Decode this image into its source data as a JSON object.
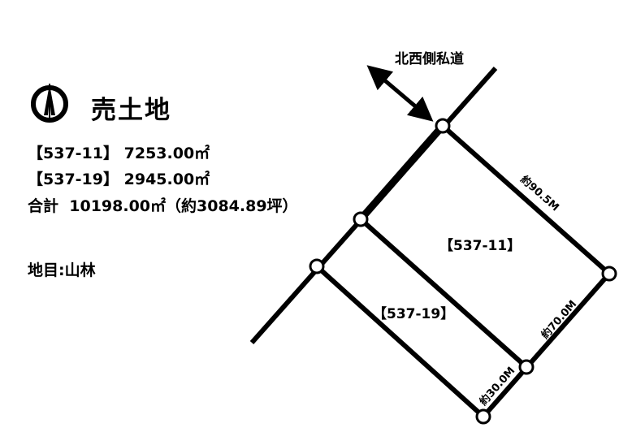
{
  "title": "売土地",
  "compass_icon": "north-arrow-icon",
  "parcels": [
    {
      "label": "【537-11】",
      "area": "7253.00㎡"
    },
    {
      "label": "【537-19】",
      "area": "2945.00㎡"
    }
  ],
  "total": {
    "label": "合計",
    "area": "10198.00㎡",
    "tsubo": "（約3084.89坪）"
  },
  "land_category": "地目:山林",
  "diagram": {
    "road_label": "北西側私道",
    "parcel_labels": [
      "【537-11】",
      "【537-19】"
    ],
    "dimensions": [
      "約90.5M",
      "約70.0M",
      "約30.0M"
    ]
  }
}
